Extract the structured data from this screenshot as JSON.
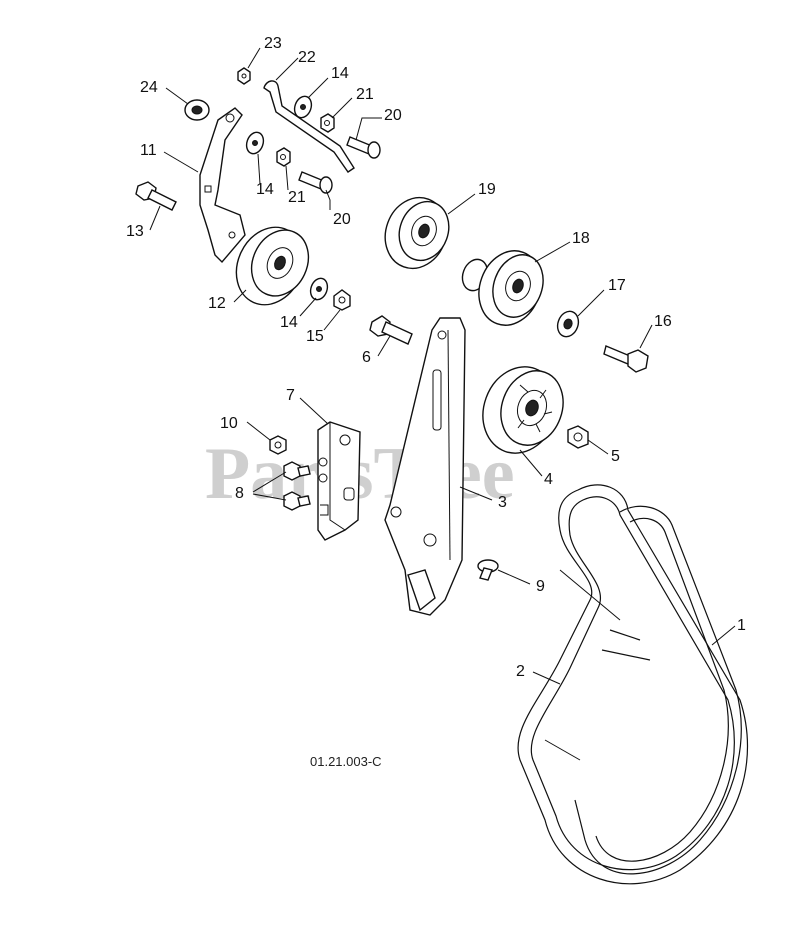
{
  "watermark": "PartsTree",
  "drawing_code": "01.21.003-C",
  "callouts": {
    "c1": "1",
    "c2": "2",
    "c3": "3",
    "c4": "4",
    "c5": "5",
    "c6": "6",
    "c7": "7",
    "c8": "8",
    "c9": "9",
    "c10": "10",
    "c11": "11",
    "c12": "12",
    "c13": "13",
    "c14a": "14",
    "c14b": "14",
    "c14c": "14",
    "c15": "15",
    "c16": "16",
    "c17": "17",
    "c18": "18",
    "c19": "19",
    "c20a": "20",
    "c20b": "20",
    "c21a": "21",
    "c21b": "21",
    "c22": "22",
    "c23": "23",
    "c24": "24"
  }
}
